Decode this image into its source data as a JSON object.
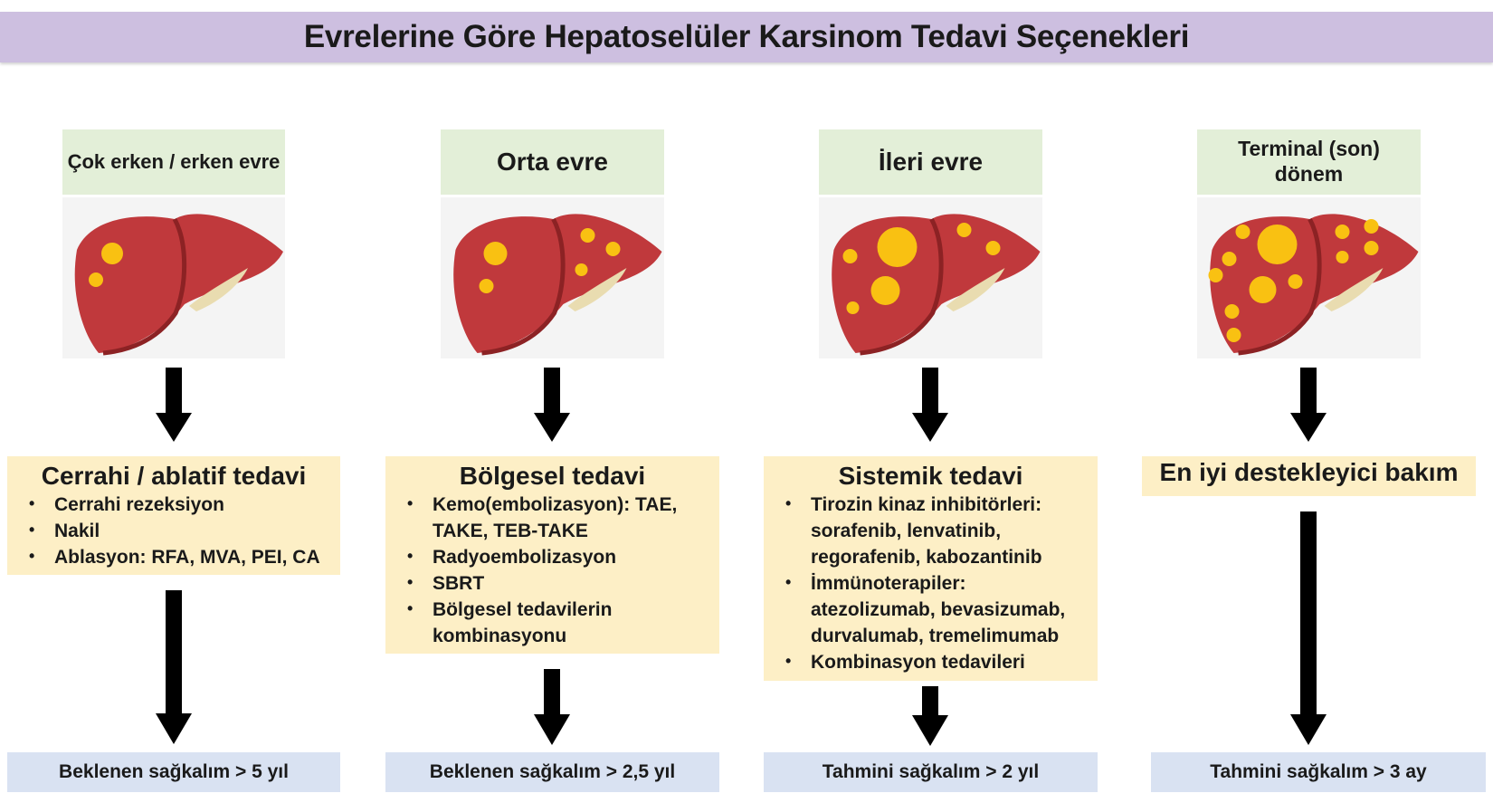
{
  "title": "Evrelerine Göre Hepatoselüler Karsinom Tedavi Seçenekleri",
  "colors": {
    "title_bg": "#cdbfe0",
    "stage_label_bg": "#e3efd8",
    "treatment_bg": "#fdefc6",
    "survival_bg": "#d9e2f2",
    "liver": "#c0393c",
    "tumor": "#f9c112",
    "arrow": "#000000"
  },
  "stages": [
    {
      "label": "Çok erken / erken evre",
      "tumor_count": 2,
      "treatment_title": "Cerrahi / ablatif tedavi",
      "treatment_items": [
        "Cerrahi rezeksiyon",
        "Nakil",
        "Ablasyon: RFA, MVA, PEI, CA"
      ],
      "survival": "Beklenen sağkalım > 5 yıl"
    },
    {
      "label": "Orta evre",
      "tumor_count": 5,
      "treatment_title": "Bölgesel tedavi",
      "treatment_items": [
        "Kemo(embolizasyon): TAE, TAKE, TEB-TAKE",
        "Radyoembolizasyon",
        "SBRT",
        "Bölgesel tedavilerin kombinasyonu"
      ],
      "survival": "Beklenen sağkalım > 2,5 yıl"
    },
    {
      "label": "İleri evre",
      "tumor_count": 6,
      "treatment_title": "Sistemik tedavi",
      "treatment_items": [
        "Tirozin kinaz inhibitörleri: sorafenib, lenvatinib, regorafenib, kabozantinib",
        "İmmünoterapiler: atezolizumab, bevasizumab, durvalumab, tremelimumab",
        "Kombinasyon tedavileri"
      ],
      "survival": "Tahmini sağkalım > 2 yıl"
    },
    {
      "label": "Terminal (son) dönem",
      "tumor_count": 12,
      "treatment_title": "En iyi destekleyici bakım",
      "treatment_items": [],
      "survival": "Tahmini sağkalım > 3 ay"
    }
  ]
}
